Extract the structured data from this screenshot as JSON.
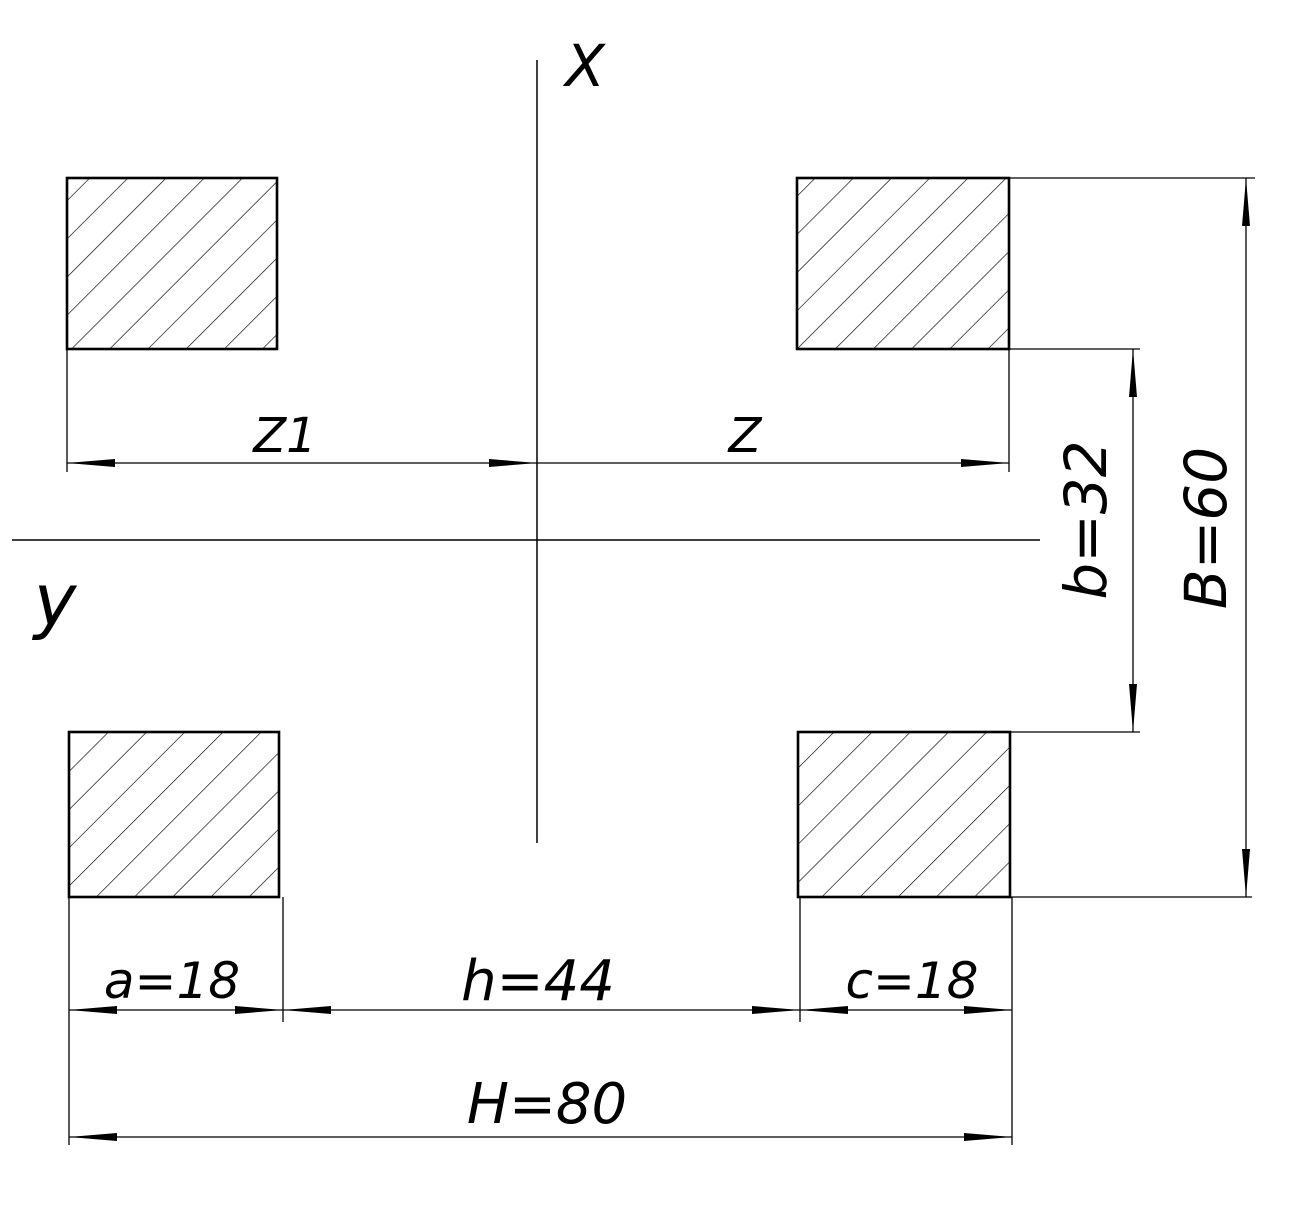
{
  "axes": {
    "x_label": "X",
    "y_label": "y"
  },
  "dimensions": {
    "z1_label": "Z1",
    "z_label": "Z",
    "a_label": "a=18",
    "h_label": "h=44",
    "c_label": "c=18",
    "H_label": "H=80",
    "b_label": "b=32",
    "B_label": "B=60"
  },
  "colors": {
    "ink": "#000000",
    "background": "#ffffff"
  }
}
